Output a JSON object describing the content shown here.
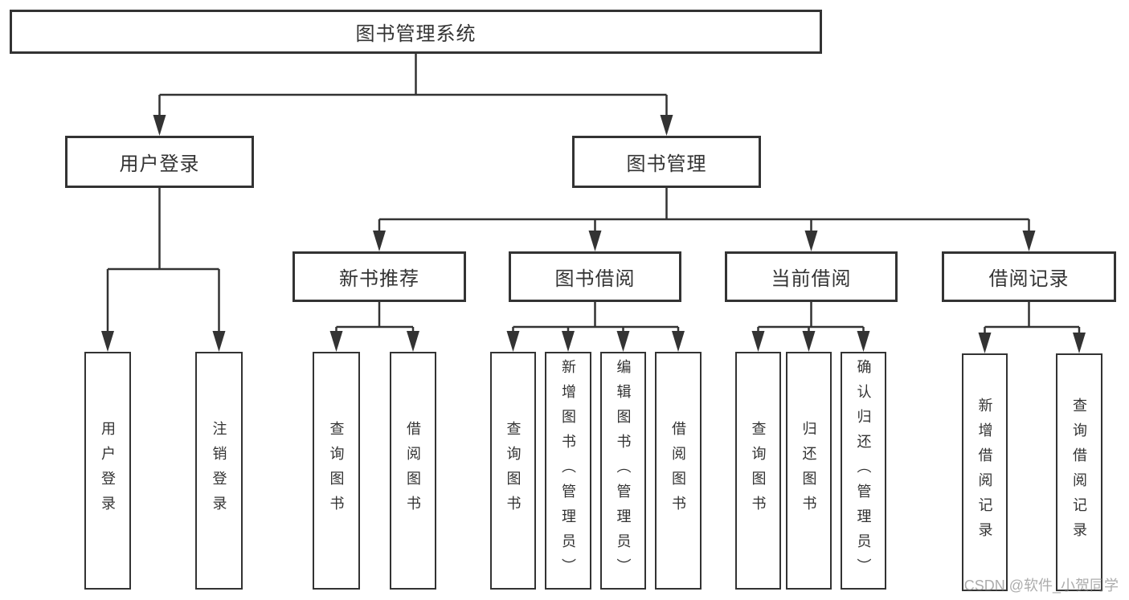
{
  "diagram": {
    "type": "hierarchy-flowchart",
    "root": {
      "label": "图书管理系统",
      "children": [
        {
          "label": "用户登录",
          "children": [
            {
              "label": "用户登录"
            },
            {
              "label": "注销登录"
            }
          ]
        },
        {
          "label": "图书管理",
          "children": [
            {
              "label": "新书推荐",
              "children": [
                {
                  "label": "查询图书"
                },
                {
                  "label": "借阅图书"
                }
              ]
            },
            {
              "label": "图书借阅",
              "children": [
                {
                  "label": "查询图书"
                },
                {
                  "label": "新增图书（管理员）"
                },
                {
                  "label": "编辑图书（管理员）"
                },
                {
                  "label": "借阅图书"
                }
              ]
            },
            {
              "label": "当前借阅",
              "children": [
                {
                  "label": "查询图书"
                },
                {
                  "label": "归还图书"
                },
                {
                  "label": "确认归还（管理员）"
                }
              ]
            },
            {
              "label": "借阅记录",
              "children": [
                {
                  "label": "新增借阅记录"
                },
                {
                  "label": "查询借阅记录"
                }
              ]
            }
          ]
        }
      ]
    }
  },
  "watermark": {
    "text": "CSDN @软件_小贺同学"
  },
  "colors": {
    "line": "#333333",
    "text": "#333333",
    "background": "#ffffff",
    "watermark": "#a0a0a0"
  }
}
